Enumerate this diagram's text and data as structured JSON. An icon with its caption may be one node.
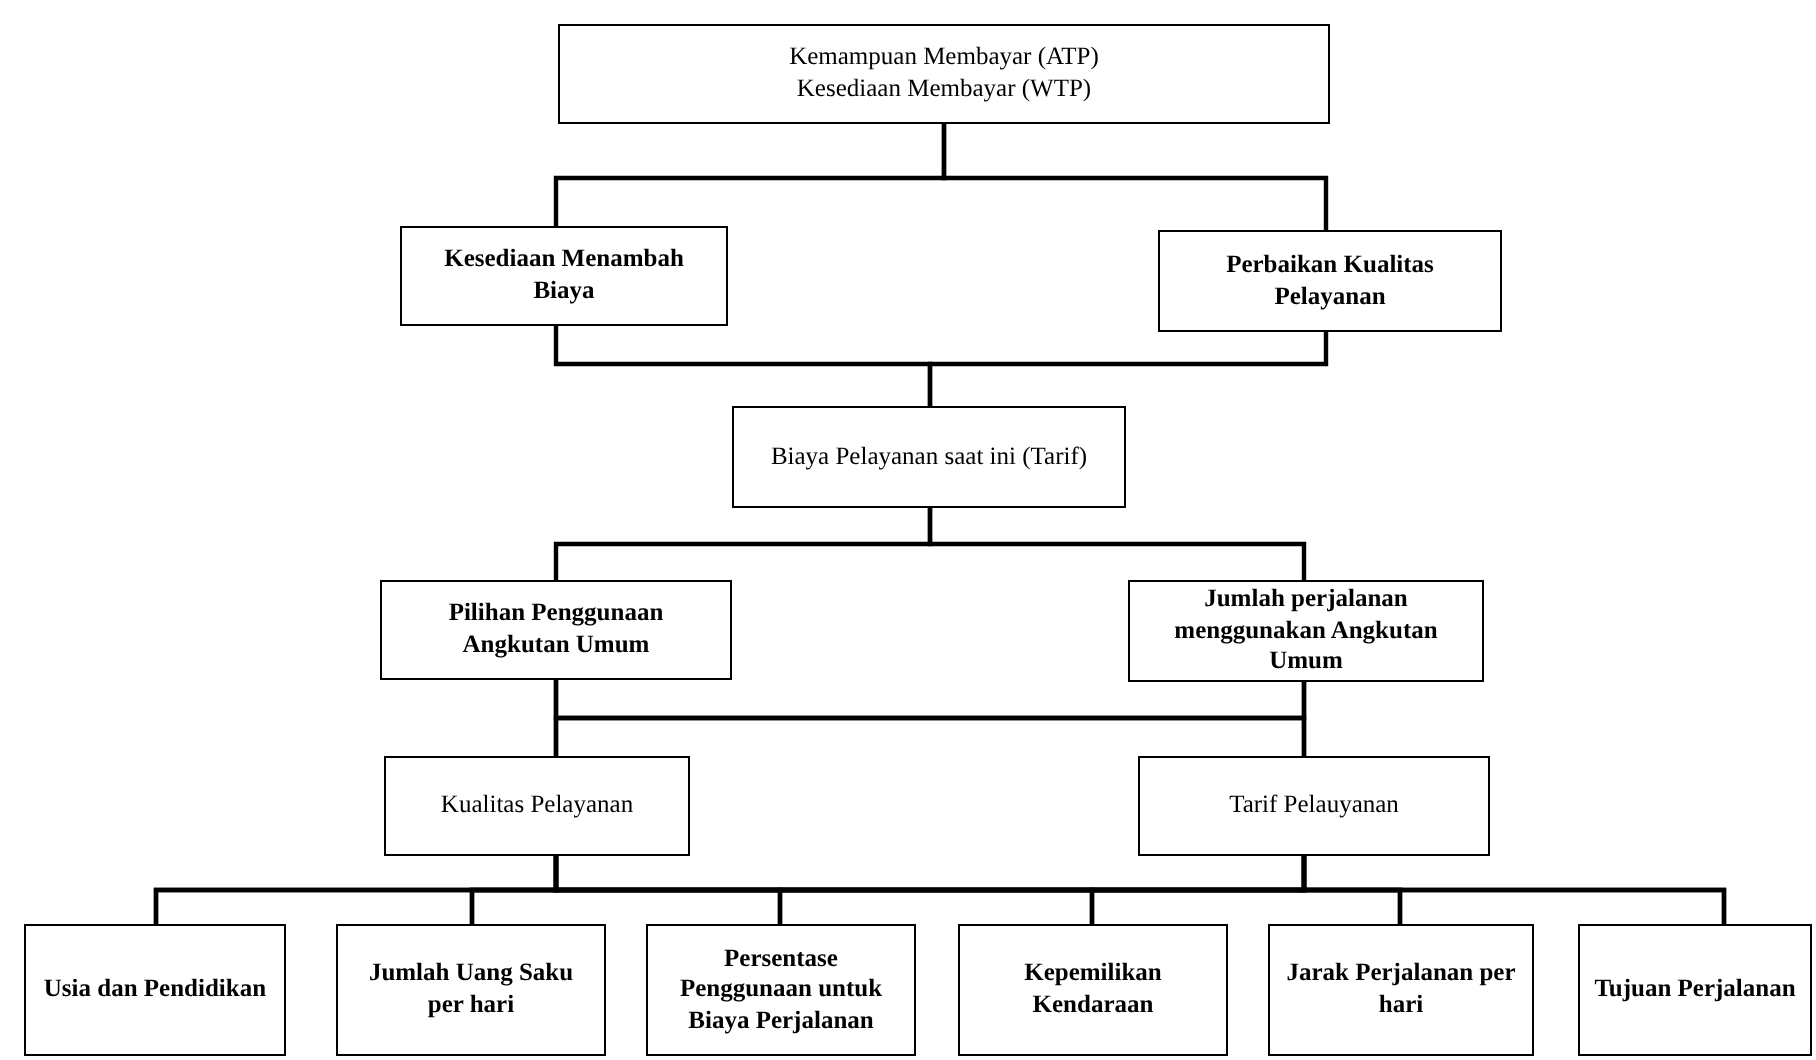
{
  "diagram": {
    "nodes": [
      {
        "text": [
          "Kemampuan Membayar (ATP) Kesediaan Membayar (WTP)"
        ]
      },
      {
        "text": [
          "Kesediaan Menambah Biaya"
        ]
      },
      {
        "text": [
          "Perbaikan Kualitas Pelayanan"
        ]
      },
      {
        "text": [
          "Biaya Pelayanan saat ini (Tarif)"
        ]
      },
      {
        "text": [
          "Pilihan Penggunaan Angkutan Umum"
        ]
      },
      {
        "text": [
          "Jumlah perjalanan menggunakan Angkutan Umum"
        ]
      },
      {
        "text": [
          "Kualitas Pelayanan"
        ]
      },
      {
        "text": [
          "Tarif Pelauyanan"
        ]
      },
      {
        "text": [
          "Usia dan Pendidikan"
        ]
      },
      {
        "text": [
          "Jumlah Uang Saku per hari"
        ]
      },
      {
        "text": [
          "Persentase Penggunaan untuk Biaya Perjalanan"
        ]
      },
      {
        "text": [
          "Kepemilikan Kendaraan"
        ]
      },
      {
        "text": [
          "Jarak Perjalanan per hari"
        ]
      },
      {
        "text": [
          "Tujuan Perjalanan"
        ]
      }
    ],
    "edges": [
      {
        "from": 0,
        "to": 1,
        "arrow": "none"
      },
      {
        "from": 0,
        "to": 2,
        "arrow": "none"
      },
      {
        "from": 1,
        "to": 3,
        "arrow": "none"
      },
      {
        "from": 2,
        "to": 3,
        "arrow": "none"
      },
      {
        "from": 3,
        "to": 4,
        "arrow": "none"
      },
      {
        "from": 3,
        "to": 5,
        "arrow": "none"
      },
      {
        "from": 4,
        "to": 6,
        "arrow": "none"
      },
      {
        "from": 4,
        "to": 7,
        "arrow": "none"
      },
      {
        "from": 5,
        "to": 6,
        "arrow": "none"
      },
      {
        "from": 5,
        "to": 7,
        "arrow": "none"
      },
      {
        "from": 6,
        "to": 8,
        "arrow": "none"
      },
      {
        "from": 6,
        "to": 9,
        "arrow": "none"
      },
      {
        "from": 6,
        "to": 10,
        "arrow": "none"
      },
      {
        "from": 6,
        "to": 11,
        "arrow": "none"
      },
      {
        "from": 6,
        "to": 12,
        "arrow": "none"
      },
      {
        "from": 6,
        "to": 13,
        "arrow": "none"
      },
      {
        "from": 7,
        "to": 8,
        "arrow": "none"
      },
      {
        "from": 7,
        "to": 9,
        "arrow": "none"
      },
      {
        "from": 7,
        "to": 10,
        "arrow": "none"
      },
      {
        "from": 7,
        "to": 11,
        "arrow": "none"
      },
      {
        "from": 7,
        "to": 12,
        "arrow": "none"
      },
      {
        "from": 7,
        "to": 13,
        "arrow": "none"
      }
    ]
  }
}
